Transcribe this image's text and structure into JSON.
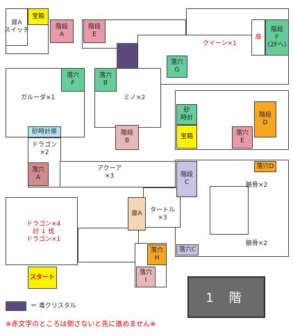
{
  "rooms": {
    "top_left_switch": "扉A\nスイッチ",
    "treasure1": "宝箱",
    "stairs_A": "階段\nA",
    "stairs_E": "階段\nE",
    "door_right": "扉",
    "stairs_F": "階段\nF\n(2Fへ)",
    "queen": "クイーン×1",
    "pit_G": "落穴\nG",
    "pit_F": "落穴\nF",
    "pit_B": "落穴\nB",
    "garuda": "ガルーダ×1",
    "mino": "ミノ×2",
    "hourglass_door": "砂時計扉",
    "dragon2": "ドラゴン\n×2",
    "stairs_B": "階段\nB",
    "hourglass": "砂\n時計",
    "treasure2": "宝箱",
    "stairs_D": "階段\nD",
    "pit_E": "落穴\nE",
    "pit_A": "落穴\nA",
    "aqua": "アクーア\n×3",
    "stairs_C": "階段\nC",
    "pit_D": "落穴D",
    "skeleton1": "骸骨×2",
    "skeleton2": "骸骨×2",
    "door_A": "扉A",
    "turtle": "タートル\n×3",
    "dragon4": "ドラゴン×4\n討 ↓ 伐\nドラゴン×1",
    "start": "スタート",
    "pit_H": "落穴\nH",
    "pit_I": "落穴\nI",
    "pit_C": "落穴C"
  },
  "floor_label": "1 階",
  "legend": {
    "crystal": "＝ 毒クリスタル"
  },
  "note": "※赤文字のところは倒さないと先に進めません※",
  "colors": {
    "crystal": "#5a4a7a",
    "red_text": "#e00000"
  }
}
